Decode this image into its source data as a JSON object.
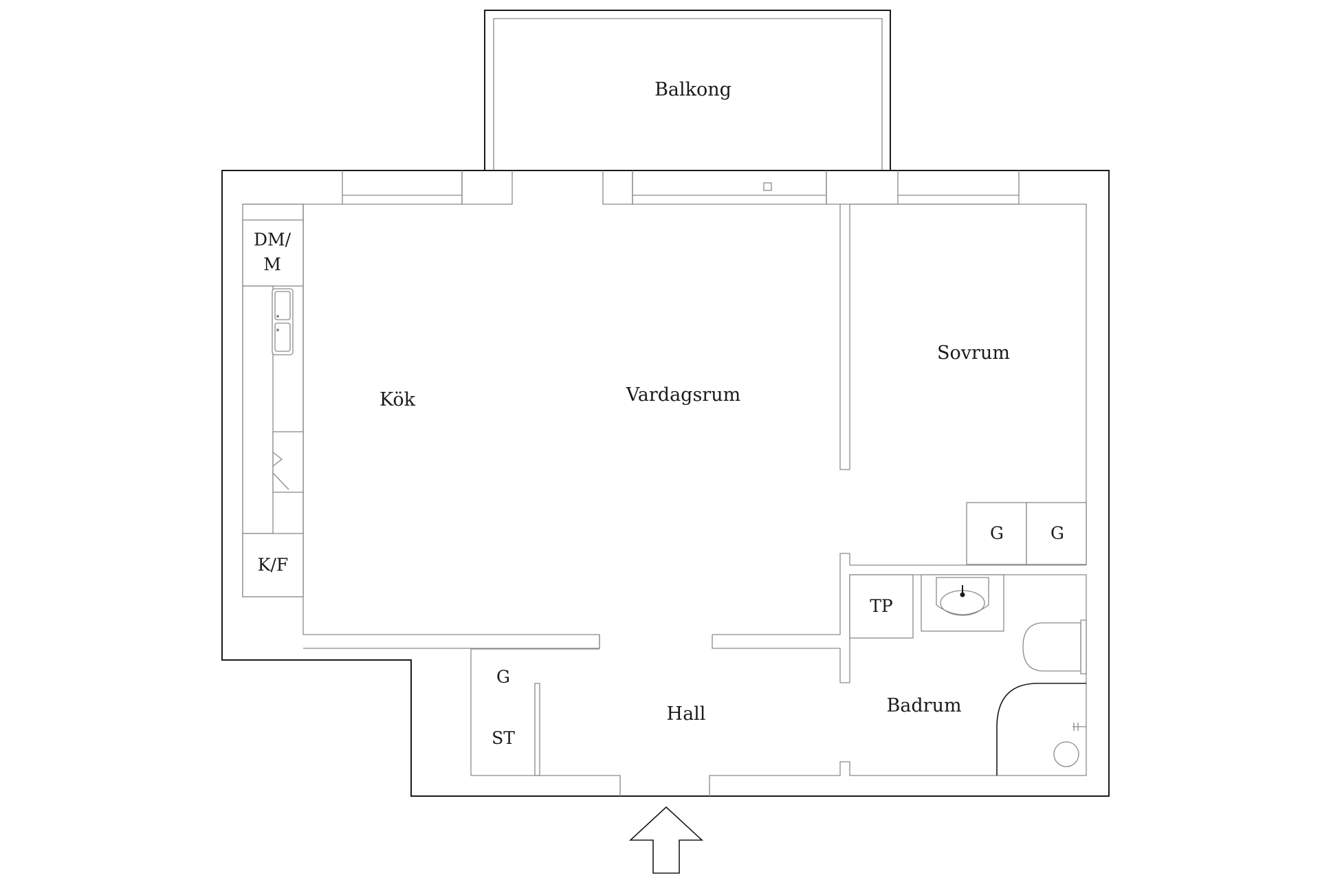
{
  "rooms": {
    "balkong": "Balkong",
    "kok": "Kök",
    "vardagsrum": "Vardagsrum",
    "sovrum": "Sovrum",
    "hall": "Hall",
    "badrum": "Badrum"
  },
  "fixtures": {
    "dishwasher_microwave_line1": "DM/",
    "dishwasher_microwave_line2": "M",
    "fridge_freezer": "K/F",
    "wardrobe_bedroom_1": "G",
    "wardrobe_bedroom_2": "G",
    "drying_cabinet": "TP",
    "wardrobe_hall": "G",
    "storage_hall": "ST"
  },
  "icons": {
    "entrance": "entrance-arrow-icon",
    "sink": "sink-icon",
    "basin": "wash-basin-icon",
    "toilet": "toilet-icon",
    "shower": "shower-icon",
    "stove": "stove-icon"
  }
}
